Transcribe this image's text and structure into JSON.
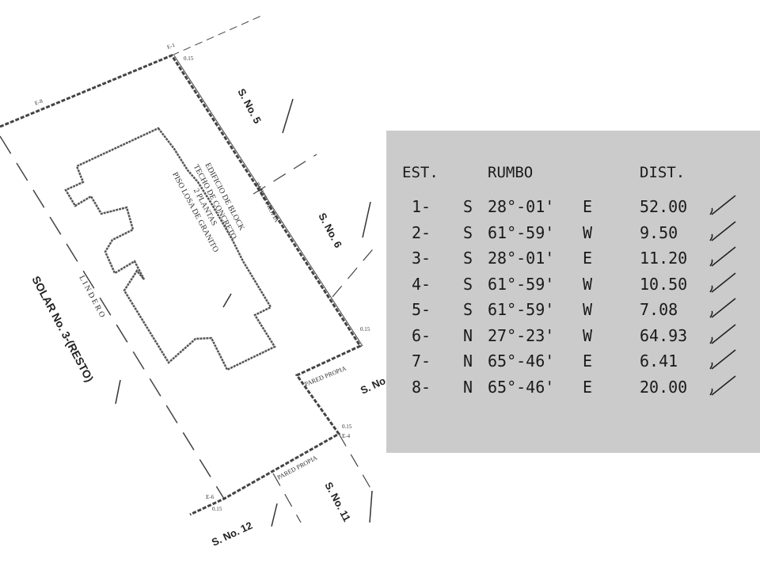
{
  "plan": {
    "solar_label": "SOLAR No. 3-(RESTO)",
    "lindero_label": "L I N D E R O",
    "building_label_lines": [
      "EDIFICIO DE BLOCK",
      "TECHO DE CONCRETO",
      "2 PLANTAS",
      "PISO LOSA DE GRANITO"
    ],
    "neighbors": [
      "S. No. 5",
      "S. No. 6",
      "S. No",
      "S. No. 11",
      "S. No. 12"
    ],
    "wall_labels": [
      "PARED PROPIA",
      "PARED PROPIA",
      "PARED PROPIA"
    ],
    "stations": [
      "E-1",
      "E-4",
      "E-6",
      "E-8"
    ],
    "offsets": [
      "0.15",
      "0.15",
      "0.15",
      "0.15"
    ]
  },
  "table": {
    "headers": {
      "est": "EST.",
      "rumbo": "RUMBO",
      "dist": "DIST."
    },
    "rows": [
      {
        "est": "1-",
        "dir": "S",
        "angle": "28°-01'",
        "ew": "E",
        "dist": "52.00"
      },
      {
        "est": "2-",
        "dir": "S",
        "angle": "61°-59'",
        "ew": "W",
        "dist": "9.50"
      },
      {
        "est": "3-",
        "dir": "S",
        "angle": "28°-01'",
        "ew": "E",
        "dist": "11.20"
      },
      {
        "est": "4-",
        "dir": "S",
        "angle": "61°-59'",
        "ew": "W",
        "dist": "10.50"
      },
      {
        "est": "5-",
        "dir": "S",
        "angle": "61°-59'",
        "ew": "W",
        "dist": "7.08"
      },
      {
        "est": "6-",
        "dir": "N",
        "angle": "27°-23'",
        "ew": "W",
        "dist": "64.93"
      },
      {
        "est": "7-",
        "dir": "N",
        "angle": "65°-46'",
        "ew": "E",
        "dist": "6.41"
      },
      {
        "est": "8-",
        "dir": "N",
        "angle": "65°-46'",
        "ew": "E",
        "dist": "20.00"
      }
    ]
  }
}
